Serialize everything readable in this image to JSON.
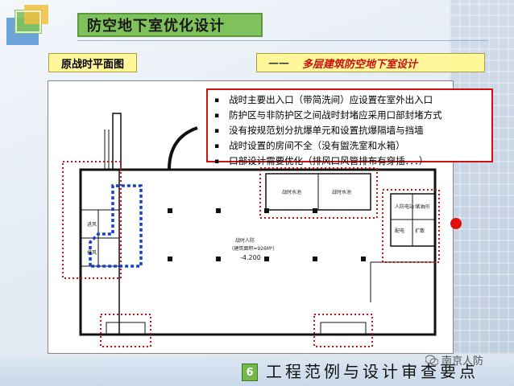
{
  "slide": {
    "title": "防空地下室优化设计",
    "sublabel": "原战时平面图",
    "subtitle_dash": "——",
    "subtitle": "多层建筑防空地下室设计",
    "page_number": "6",
    "footer_title": "工程范例与设计审查要点",
    "watermark": "南京人防"
  },
  "notes": [
    "战时主要出入口（带简洗间）应设置在室外出入口",
    "防护区与非防护区之间战时封堵应采用口部封堵方式",
    "没有按规范划分抗爆单元和设置抗爆隔墙与挡墙",
    "战时设置的房间不全（没有盥洗室和水箱）",
    "口部设计需要优化（排风口风管排布有穿插．．．）"
  ],
  "plan": {
    "center_label": "战时人防",
    "area_label": "(建筑面积=926M²)",
    "elevation": "-4.200",
    "room_labels": [
      "战时水池",
      "战时水池",
      "人防电站",
      "储油间",
      "配电",
      "扩散",
      "进风",
      "排风"
    ]
  },
  "colors": {
    "accent_red": "#d01010",
    "title_green": "#7fc15a",
    "label_yellow": "#fff79a",
    "highlight_blue": "#1540c8"
  }
}
